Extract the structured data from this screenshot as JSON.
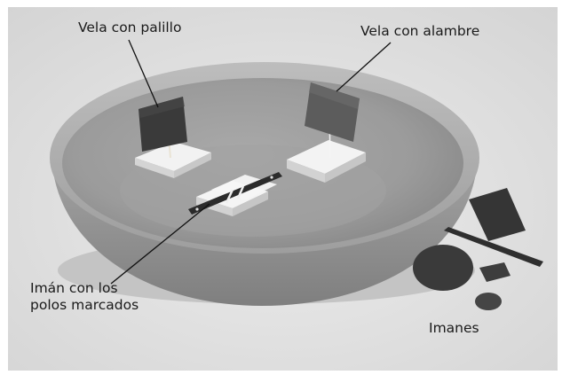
{
  "labels": {
    "vela_palillo": "Vela con palillo",
    "vela_alambre": "Vela con alambre",
    "iman_line1": "Imán con los",
    "iman_line2": "polos marcados",
    "imanes": "Imanes"
  },
  "colors": {
    "background": "#e4e4e4",
    "bowl": "#9a9a9a",
    "label_text": "#1a1a1a"
  }
}
